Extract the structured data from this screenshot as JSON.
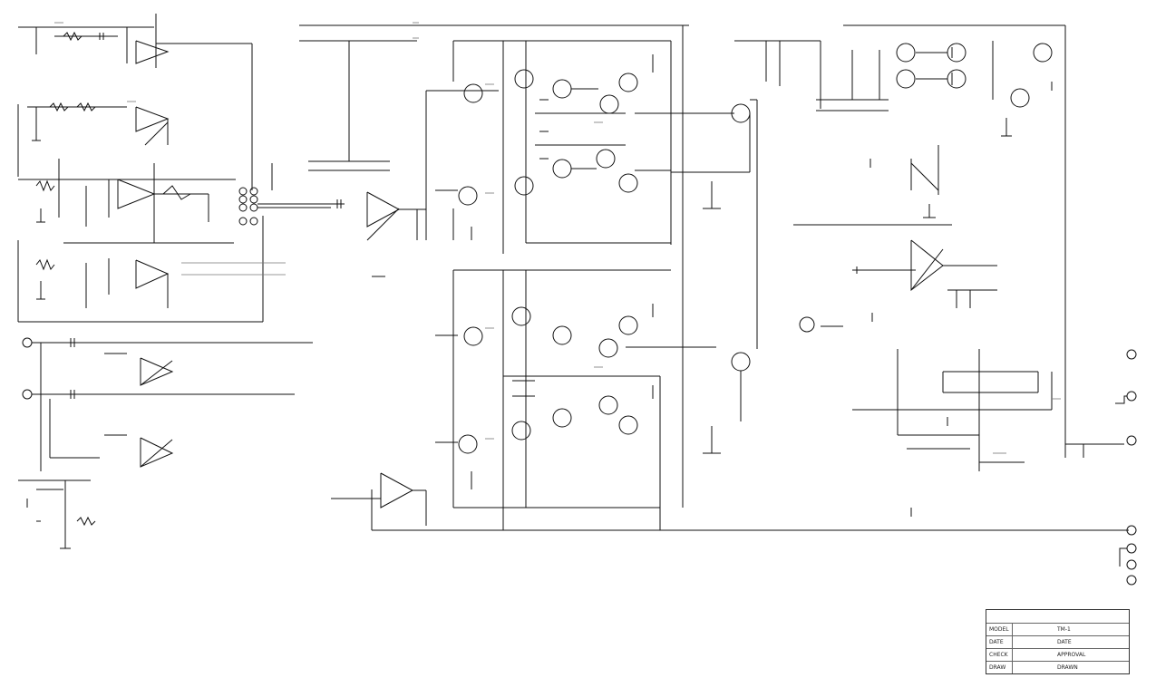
{
  "title_block": {
    "header": [
      "",
      "",
      ""
    ],
    "rows": [
      {
        "key": "MODEL",
        "value": "TM-1"
      },
      {
        "key": "DATE",
        "value": "DATE"
      },
      {
        "key": "CHECK",
        "value": "APPROVAL"
      },
      {
        "key": "DRAW",
        "value": "DRAWN"
      }
    ]
  }
}
